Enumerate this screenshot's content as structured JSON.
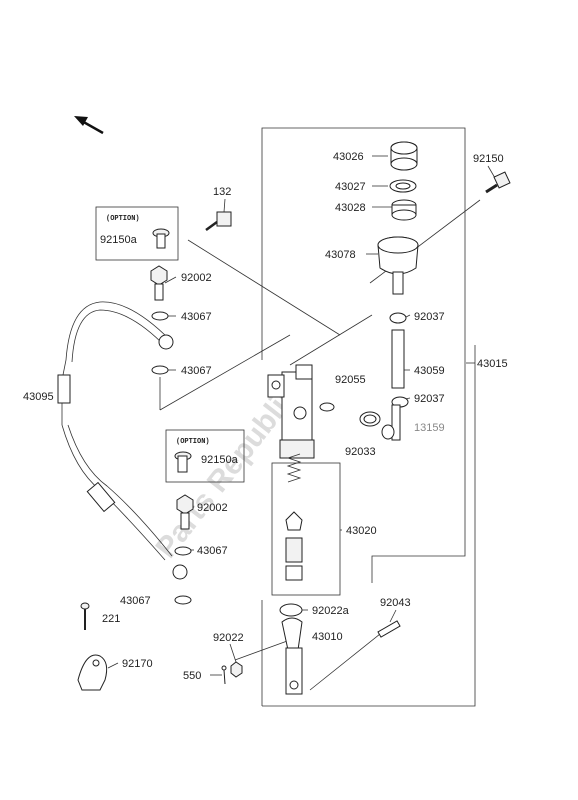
{
  "watermark": "Parts Republik",
  "labels": {
    "p43026": "43026",
    "p43027": "43027",
    "p43028": "43028",
    "p43078": "43078",
    "p92150": "92150",
    "p132": "132",
    "opt1": "(OPTION)",
    "p92150a_1": "92150a",
    "p92002_1": "92002",
    "p43067_1": "43067",
    "p43067_2": "43067",
    "p92037_1": "92037",
    "p43015": "43015",
    "p92055": "92055",
    "p43059": "43059",
    "p92037_2": "92037",
    "p43095": "43095",
    "opt2": "(OPTION)",
    "p92150a_2": "92150a",
    "p92033": "92033",
    "p13159": "13159",
    "p92002_2": "92002",
    "p43020": "43020",
    "p43067_3": "43067",
    "p43067_4": "43067",
    "p92022a": "92022a",
    "p92043": "92043",
    "p221": "221",
    "p43010": "43010",
    "p92022": "92022",
    "p92170": "92170",
    "p550": "550"
  }
}
